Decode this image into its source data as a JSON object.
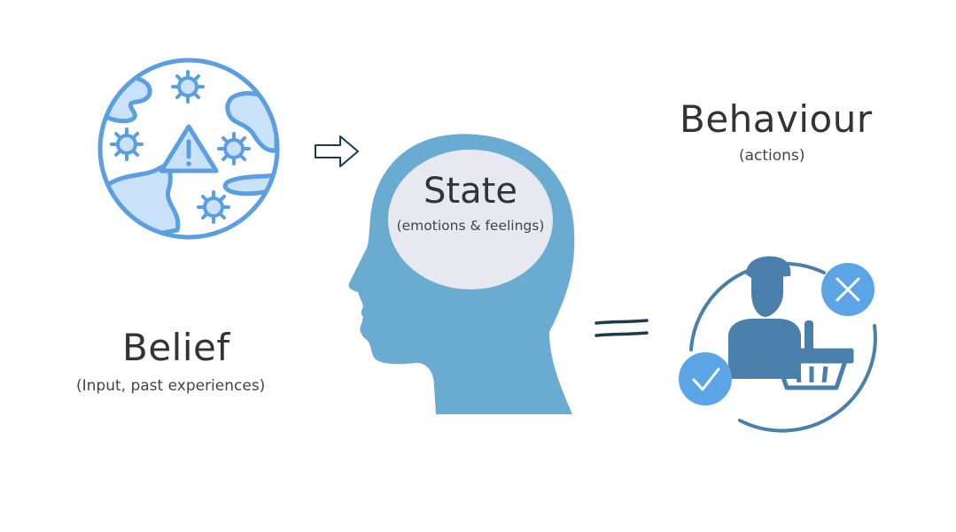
{
  "belief": {
    "title": "Belief",
    "subtitle": "(Input, past experiences)"
  },
  "state": {
    "title": "State",
    "subtitle": "(emotions & feelings)"
  },
  "behaviour": {
    "title": "Behaviour",
    "subtitle": "(actions)"
  },
  "icons": {
    "belief": "virus-warning-globe-icon",
    "flow": "outline-arrow-right-icon",
    "head": "human-head-profile-icon",
    "equals": "equals-sign-icon",
    "behaviour": "shopper-choice-icon"
  },
  "colors": {
    "light_blue": "#c9e2fa",
    "mid_blue": "#5b9fe0",
    "head_blue": "#6aabd2",
    "brain_fill": "#e8e8f0",
    "steel_blue": "#4a7fab",
    "dark_navy": "#1f3a4d"
  }
}
